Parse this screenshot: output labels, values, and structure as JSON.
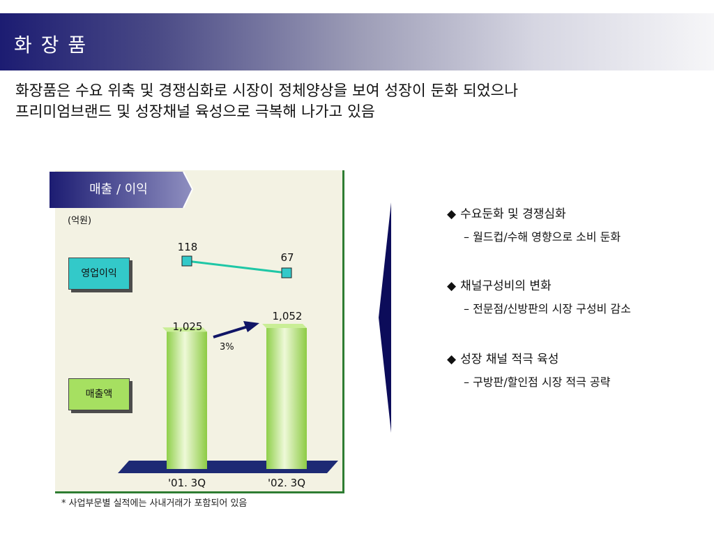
{
  "title": "화 장 품",
  "headline": {
    "line1": "화장품은 수요 위축 및 경쟁심화로 시장이 정체양상을 보여 성장이 둔화 되었으나",
    "line2": "프리미엄브랜드 및 성장채널 육성으로 극복해 나가고 있음"
  },
  "chart_data": {
    "type": "bar",
    "title": "매출 / 이익",
    "unit": "(억원)",
    "categories": [
      "'01. 3Q",
      "'02. 3Q"
    ],
    "series": [
      {
        "name": "매출액",
        "values": [
          1025,
          1052
        ],
        "labels": [
          "1,025",
          "1,052"
        ],
        "kind": "bar"
      },
      {
        "name": "영업이익",
        "values": [
          118,
          67
        ],
        "labels": [
          "118",
          "67"
        ],
        "kind": "line"
      }
    ],
    "growth_label": "3%"
  },
  "note": "* 사업부문별 실적에는 사내거래가 포함되어 있음",
  "colors": {
    "title_dark": "#1c1c72",
    "bar": "#a6e061",
    "line": "#1fc7a6",
    "marker": "#33c9c9",
    "panel_border": "#2e7d32"
  },
  "bullets": [
    {
      "icon": "diamond-icon",
      "head": "수요둔화 및 경쟁심화",
      "sub": "– 월드컵/수해 영향으로 소비 둔화"
    },
    {
      "icon": "diamond-icon",
      "head": "채널구성비의 변화",
      "sub": "– 전문점/신방판의 시장 구성비 감소"
    },
    {
      "icon": "diamond-icon",
      "head": "성장 채널 적극 육성",
      "sub": "– 구방판/할인점 시장 적극 공략"
    }
  ]
}
